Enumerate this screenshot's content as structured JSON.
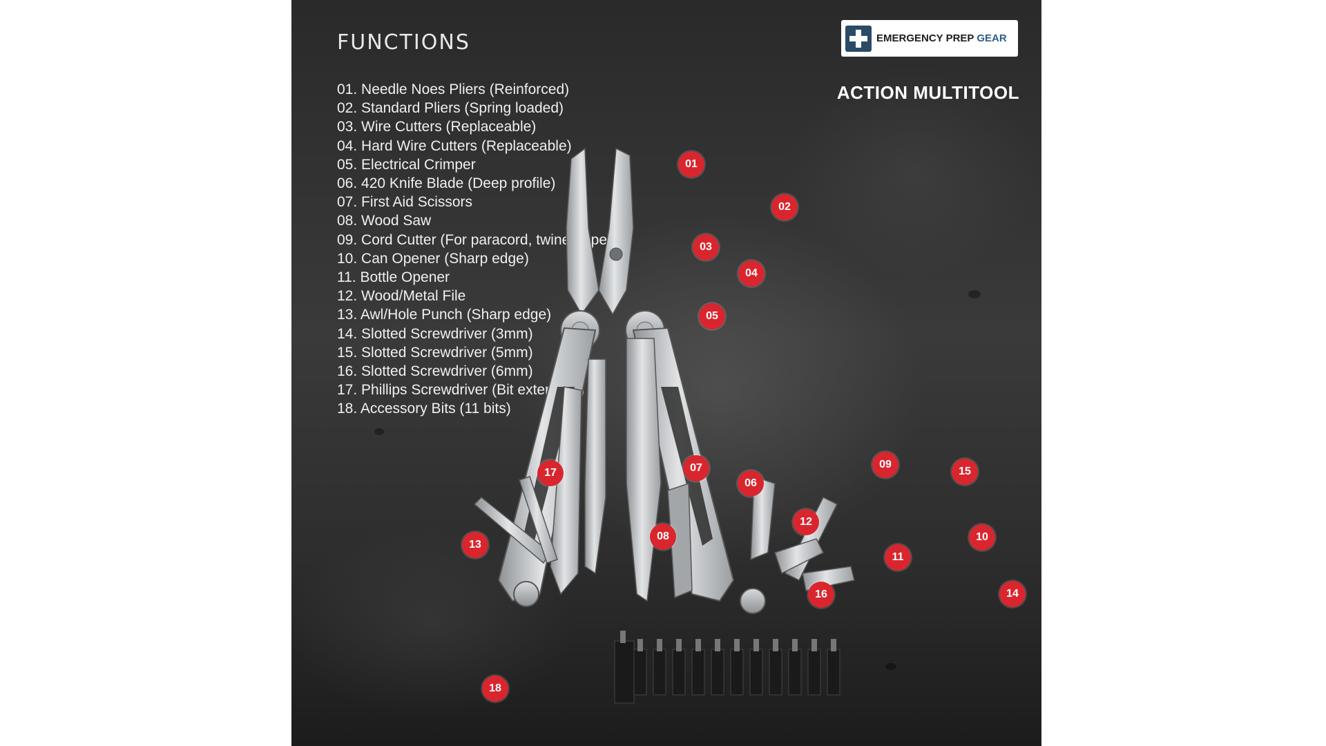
{
  "title": "FUNCTIONS",
  "brand": {
    "name_main": "EMERGENCY PREP",
    "name_accent": "GEAR",
    "icon": "medical-cross-icon"
  },
  "product": "ACTION MULTITOOL",
  "functions": [
    "01. Needle Noes Pliers (Reinforced)",
    "02. Standard Pliers (Spring loaded)",
    "03. Wire Cutters (Replaceable)",
    "04. Hard Wire Cutters (Replaceable)",
    "05. Electrical Crimper",
    "06. 420 Knife Blade (Deep profile)",
    "07. First Aid Scissors",
    "08. Wood Saw",
    "09. Cord Cutter (For paracord, twine, rope)",
    "10. Can Opener (Sharp edge)",
    "11. Bottle Opener",
    "12. Wood/Metal File",
    "13. Awl/Hole Punch (Sharp edge)",
    "14. Slotted Screwdriver (3mm)",
    "15. Slotted Screwdriver (5mm)",
    "16. Slotted Screwdriver (6mm)",
    "17. Phillips Screwdriver (Bit extension)",
    "18. Accessory Bits (11 bits)"
  ],
  "badges": [
    "01",
    "02",
    "03",
    "04",
    "05",
    "06",
    "07",
    "08",
    "09",
    "10",
    "11",
    "12",
    "13",
    "14",
    "15",
    "16",
    "17",
    "18"
  ],
  "colors": {
    "badge": "#d9262e",
    "brand_accent": "#2b5d88",
    "background": "#2e2e2e"
  }
}
